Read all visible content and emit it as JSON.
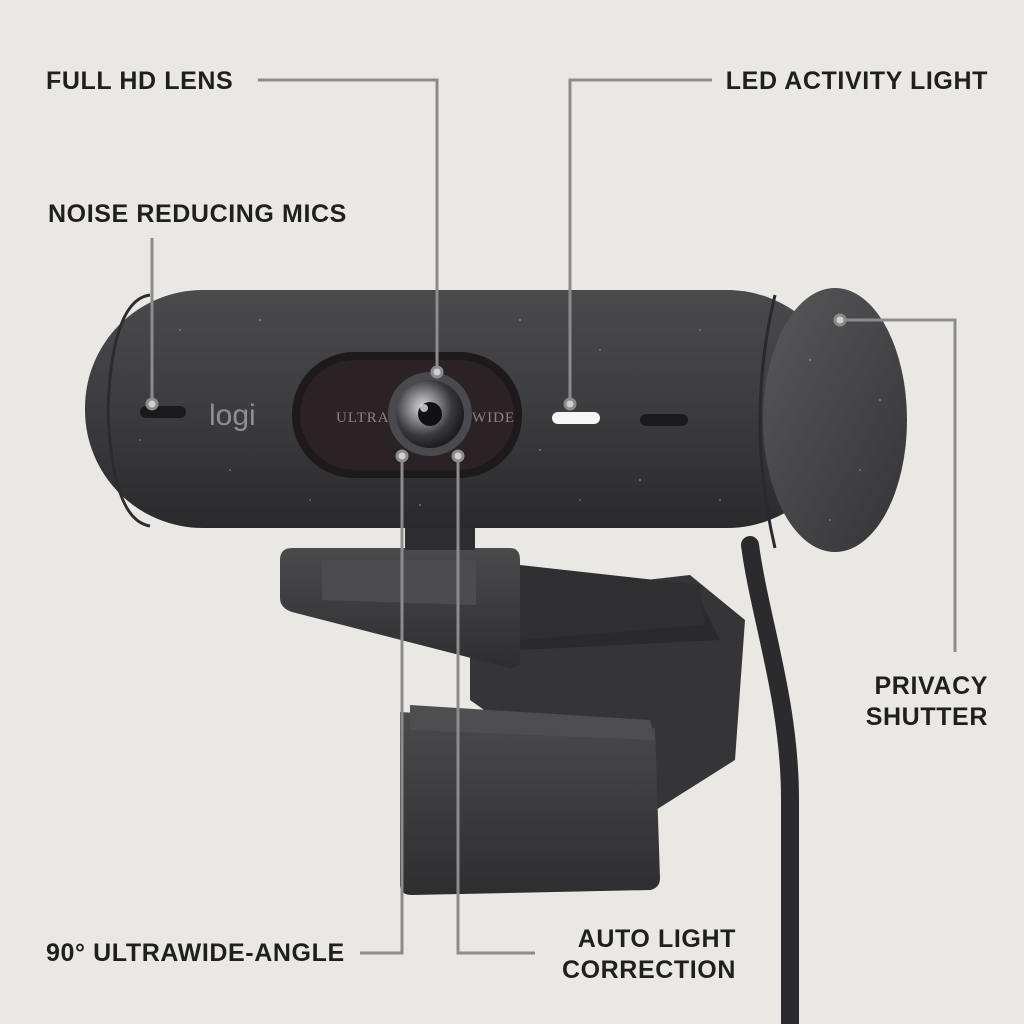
{
  "callouts": {
    "full_hd_lens": "FULL HD LENS",
    "led_activity_light": "LED ACTIVITY LIGHT",
    "noise_reducing_mics": "NOISE REDUCING MICS",
    "privacy_shutter": [
      "PRIVACY",
      "SHUTTER"
    ],
    "ultrawide_angle": "90° ULTRAWIDE-ANGLE",
    "auto_light_correction": [
      "AUTO LIGHT",
      "CORRECTION"
    ]
  },
  "product": {
    "logo_text": "logi",
    "lens_text_left": "ULTRA",
    "lens_text_right": "WIDE"
  },
  "colors": {
    "background": "#e9e8e4",
    "camera_body": "#3b3b3d",
    "leader_line": "#8c8c8c",
    "label_text": "#1f1f1f"
  }
}
